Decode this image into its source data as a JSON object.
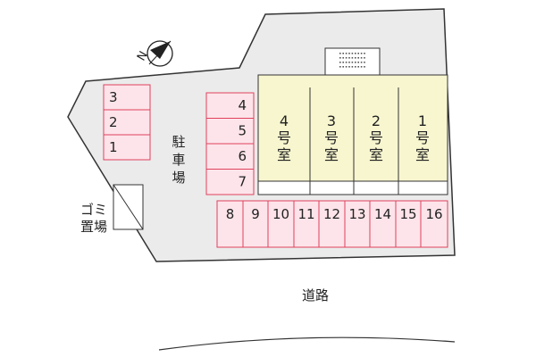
{
  "colors": {
    "lot": "#ebebeb",
    "outline": "#333333",
    "building": "#f7f6cf",
    "parking": "#fde4ea",
    "parking_border": "#e0405c"
  },
  "icons": {
    "north": "north-arrow-icon"
  },
  "compass": {
    "letter": "N"
  },
  "rooms": [
    {
      "num": "4",
      "chars": [
        "号",
        "室"
      ]
    },
    {
      "num": "3",
      "chars": [
        "号",
        "室"
      ]
    },
    {
      "num": "2",
      "chars": [
        "号",
        "室"
      ]
    },
    {
      "num": "1",
      "chars": [
        "号",
        "室"
      ]
    }
  ],
  "parking": {
    "left_column": [
      "3",
      "2",
      "1"
    ],
    "middle_column": [
      "4",
      "5",
      "6",
      "7"
    ],
    "bottom_row": [
      "8",
      "9",
      "10",
      "11",
      "12",
      "13",
      "14",
      "15",
      "16"
    ],
    "label": [
      "駐",
      "車",
      "場"
    ]
  },
  "garbage": {
    "label": [
      "ゴミ",
      "置場"
    ]
  },
  "road": {
    "label": "道路"
  }
}
